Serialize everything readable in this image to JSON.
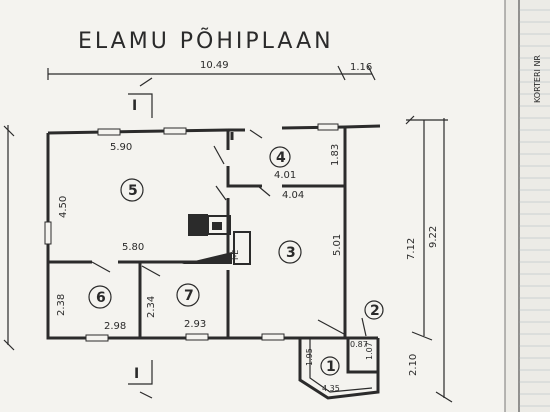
{
  "title": "ELAMU PÕHIPLAAN",
  "section_marks": [
    "I",
    "I"
  ],
  "overall_dims": {
    "top_main": "10.49",
    "top_side": "1.16"
  },
  "right_dims": {
    "a": "7.12",
    "b": "9.22",
    "c": "2.10"
  },
  "rooms": [
    {
      "num": "5",
      "w": "5.90",
      "h": "4.50",
      "w2": "5.80"
    },
    {
      "num": "4",
      "w": "4.01",
      "h": "1.83"
    },
    {
      "num": "3",
      "w": "4.04",
      "h": "5.01"
    },
    {
      "num": "6",
      "w": "2.98",
      "h": "2.38"
    },
    {
      "num": "7",
      "w": "2.93",
      "h": "2.34"
    },
    {
      "num": "1",
      "w": "4.35",
      "h": "1.95"
    },
    {
      "num": "2",
      "w": "0.87",
      "h": "1.07"
    }
  ],
  "chimney_label": "I-E",
  "title_block": {
    "label": "KORTERI NR"
  },
  "colors": {
    "paper": "#f4f3ef",
    "ink": "#2b2b2b",
    "grid": "#9aa7b5"
  }
}
